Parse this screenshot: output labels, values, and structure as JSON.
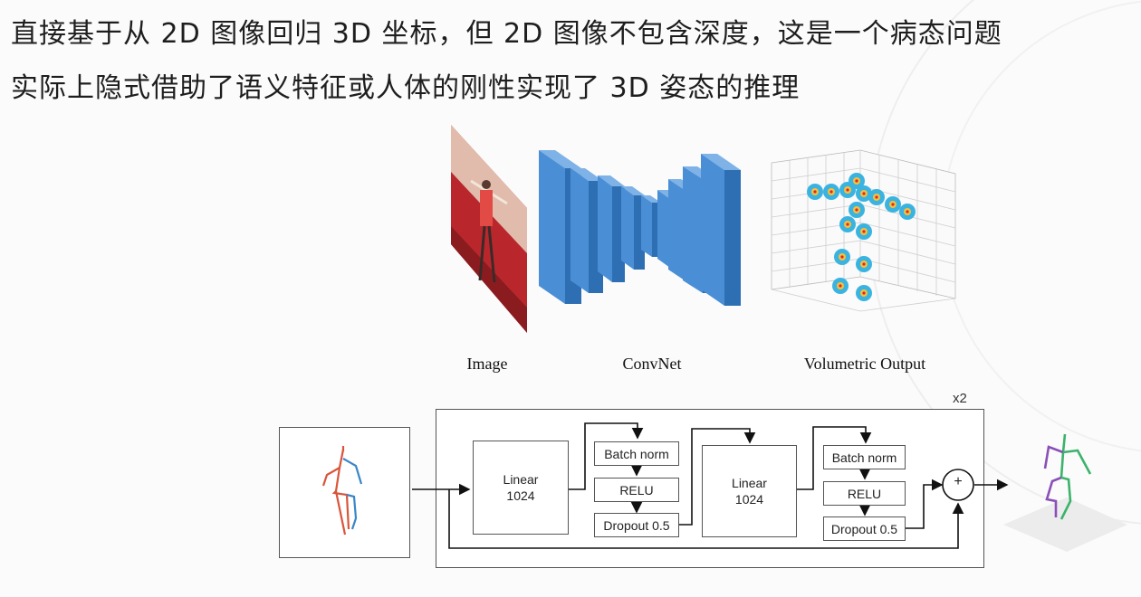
{
  "slide": {
    "line1": "直接基于从 2D 图像回归 3D 坐标，但 2D 图像不包含深度，这是一个病态问题",
    "line2": "实际上隐式借助了语义特征或人体的刚性实现了 3D 姿态的推理"
  },
  "top_figure": {
    "captions": {
      "image": "Image",
      "convnet": "ConvNet",
      "output": "Volumetric Output"
    },
    "colors": {
      "cnn_front": "#4a8fd6",
      "cnn_side": "#2e6fb3",
      "cnn_top": "#7fb2e6",
      "heat": "#3bb3e0"
    }
  },
  "bottom_figure": {
    "repeat_label": "x2",
    "block1": {
      "linear": [
        "Linear",
        "1024"
      ],
      "batch_norm": "Batch norm",
      "relu": "RELU",
      "dropout": "Dropout 0.5"
    },
    "block2": {
      "linear": [
        "Linear",
        "1024"
      ],
      "batch_norm": "Batch norm",
      "relu": "RELU",
      "dropout": "Dropout 0.5"
    },
    "sum_symbol": "+",
    "colors": {
      "pose_red": "#d9553b",
      "pose_blue": "#3a86c8",
      "pose_purple": "#8a4fb8",
      "pose_green": "#3bb36a"
    }
  }
}
